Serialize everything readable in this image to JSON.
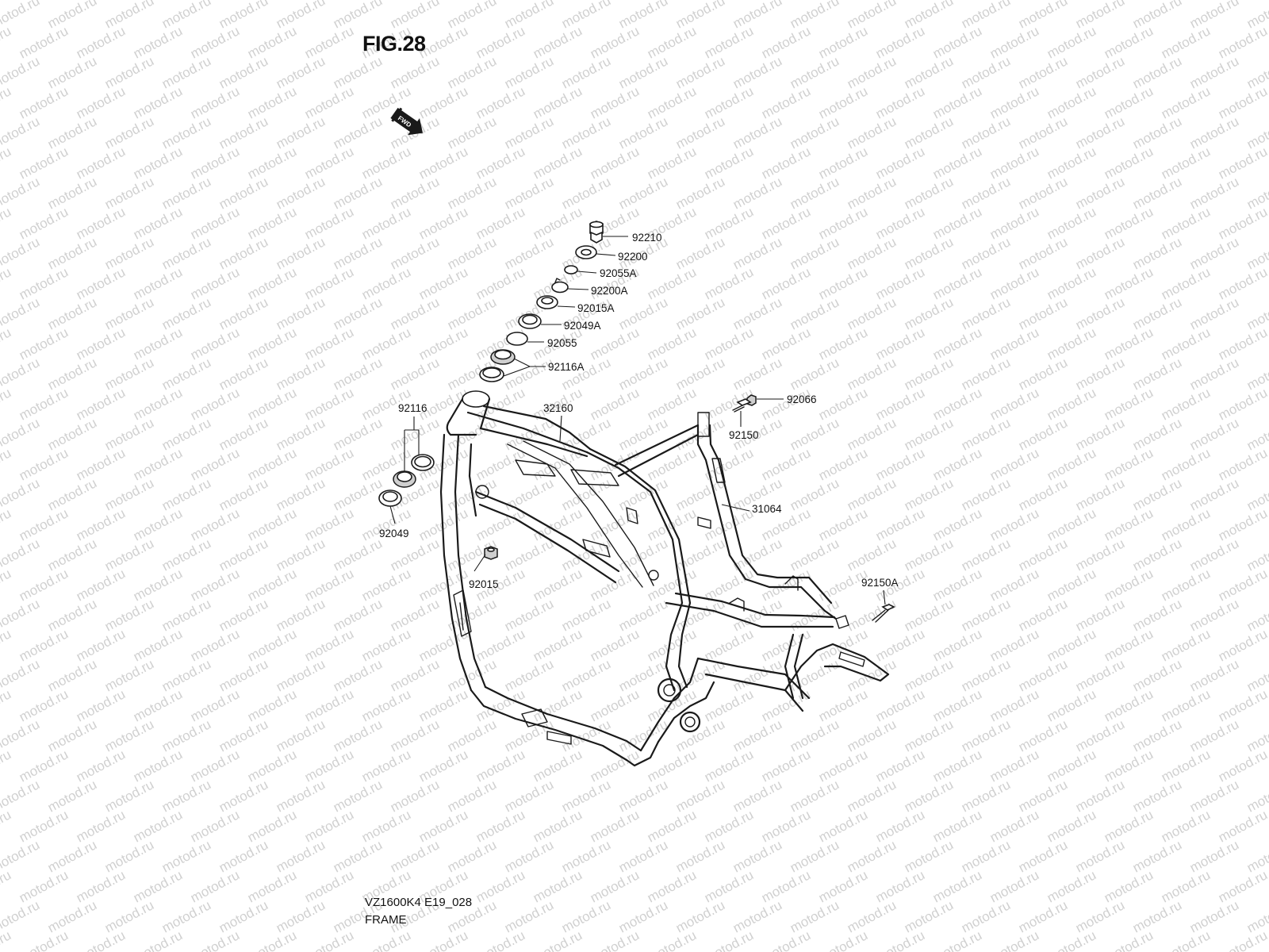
{
  "figure": {
    "title": "FIG.28",
    "model_code": "VZ1600K4 E19_028",
    "section_name": "FRAME",
    "fwd_arrow_label": "FWD"
  },
  "watermark": "motod.ru",
  "parts": [
    {
      "key": "p92210",
      "number": "92210"
    },
    {
      "key": "p92200",
      "number": "92200"
    },
    {
      "key": "p92055A",
      "number": "92055A"
    },
    {
      "key": "p92200A",
      "number": "92200A"
    },
    {
      "key": "p92015A",
      "number": "92015A"
    },
    {
      "key": "p92049A",
      "number": "92049A"
    },
    {
      "key": "p92055",
      "number": "92055"
    },
    {
      "key": "p92116A",
      "number": "92116A"
    },
    {
      "key": "p92116",
      "number": "92116"
    },
    {
      "key": "p32160",
      "number": "32160"
    },
    {
      "key": "p92066",
      "number": "92066"
    },
    {
      "key": "p92150",
      "number": "92150"
    },
    {
      "key": "p31064",
      "number": "31064"
    },
    {
      "key": "p92049",
      "number": "92049"
    },
    {
      "key": "p92015",
      "number": "92015"
    },
    {
      "key": "p92150A",
      "number": "92150A"
    }
  ]
}
